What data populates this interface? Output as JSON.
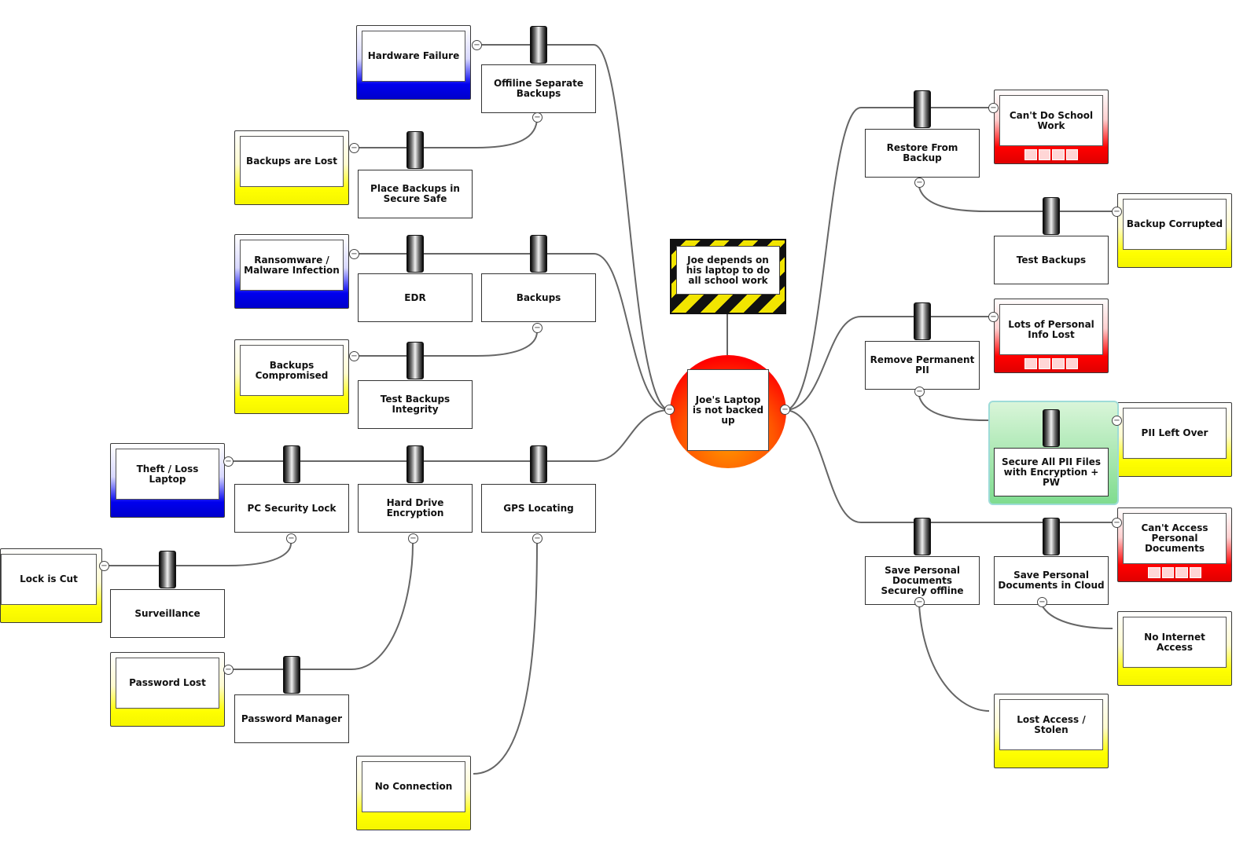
{
  "diagram": {
    "hazard": "Joe depends on his laptop to do all school work",
    "top_event": "Joe's Laptop is not backed up",
    "threats": [
      {
        "label": "Hardware Failure"
      },
      {
        "label": "Ransomware / Malware Infection"
      },
      {
        "label": "Theft / Loss Laptop"
      }
    ],
    "escalation_factors": [
      {
        "label": "Backups are Lost"
      },
      {
        "label": "Backups Compromised"
      },
      {
        "label": "Lock is Cut"
      },
      {
        "label": "Password Lost"
      },
      {
        "label": "No Connection"
      },
      {
        "label": "Backup Corrupted"
      },
      {
        "label": "PII Left Over"
      },
      {
        "label": "No Internet Access"
      },
      {
        "label": "Lost Access / Stolen"
      }
    ],
    "consequences": [
      {
        "label": "Can't Do School Work"
      },
      {
        "label": "Lots of Personal Info Lost"
      },
      {
        "label": "Can't Access Personal Documents"
      }
    ],
    "barriers": [
      {
        "label": "Offiline Separate Backups"
      },
      {
        "label": "Place Backups in Secure Safe"
      },
      {
        "label": "EDR"
      },
      {
        "label": "Backups"
      },
      {
        "label": "Test Backups Integrity"
      },
      {
        "label": "PC Security Lock"
      },
      {
        "label": "Hard Drive Encryption"
      },
      {
        "label": "GPS Locating"
      },
      {
        "label": "Surveillance"
      },
      {
        "label": "Password Manager"
      },
      {
        "label": "Restore From Backup"
      },
      {
        "label": "Test Backups"
      },
      {
        "label": "Remove Permanent PII"
      },
      {
        "label": "Secure All PII Files with Encryption + PW"
      },
      {
        "label": "Save Personal Documents Securely offline"
      },
      {
        "label": "Save Personal Documents in Cloud"
      }
    ]
  },
  "colors": {
    "threat": "#0000ee",
    "escalation": "#ffff00",
    "consequence": "#ff0000",
    "highlight": "#7fdc8f",
    "line": "#666666"
  }
}
